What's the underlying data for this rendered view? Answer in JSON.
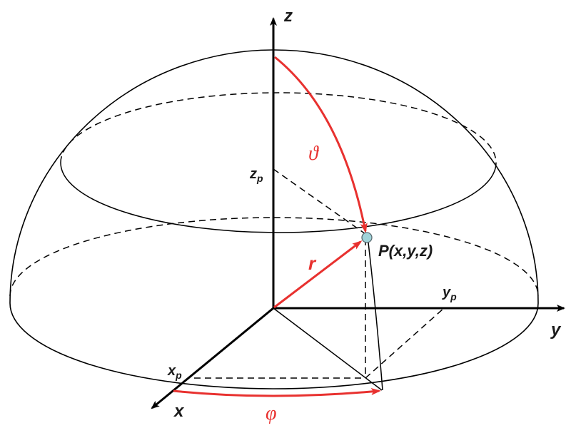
{
  "labels": {
    "axis_x": "x",
    "axis_y": "y",
    "axis_z": "z",
    "point": "P(x,y,z)",
    "xp_main": "x",
    "xp_sub": "p",
    "yp_main": "y",
    "yp_sub": "p",
    "zp_main": "z",
    "zp_sub": "p",
    "radius": "r",
    "theta": "ϑ",
    "phi": "φ"
  },
  "colors": {
    "line": "#000000",
    "accent": "#e8312f",
    "point_fill": "#9fd3d9"
  }
}
